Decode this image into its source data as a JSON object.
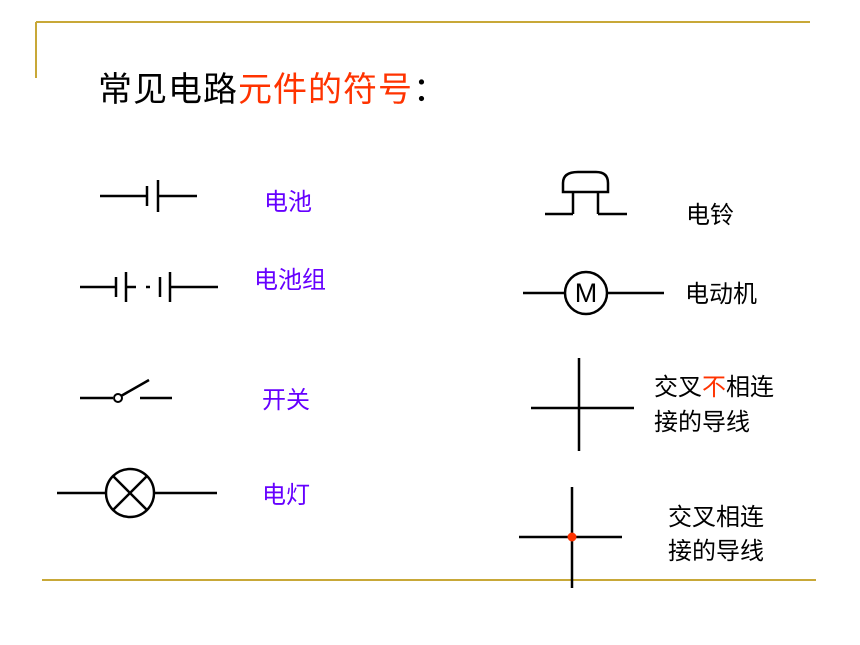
{
  "title": {
    "part1": "常见电路",
    "part2": "元件的符号",
    "part3": "："
  },
  "labels": {
    "battery": "电池",
    "battery_pack": "电池组",
    "switch": "开关",
    "lamp": "电灯",
    "bell": "电铃",
    "motor": "电动机",
    "motor_letter": "M",
    "cross_not_connected_1a": "交叉",
    "cross_not_connected_1b": "不",
    "cross_not_connected_1c": "相连",
    "cross_not_connected_2": "接的导线",
    "cross_connected_1": "交叉相连",
    "cross_connected_2": "接的导线"
  },
  "colors": {
    "accent_red": "#ff3300",
    "label_purple": "#6600ff",
    "frame_gold": "#c8a838"
  }
}
